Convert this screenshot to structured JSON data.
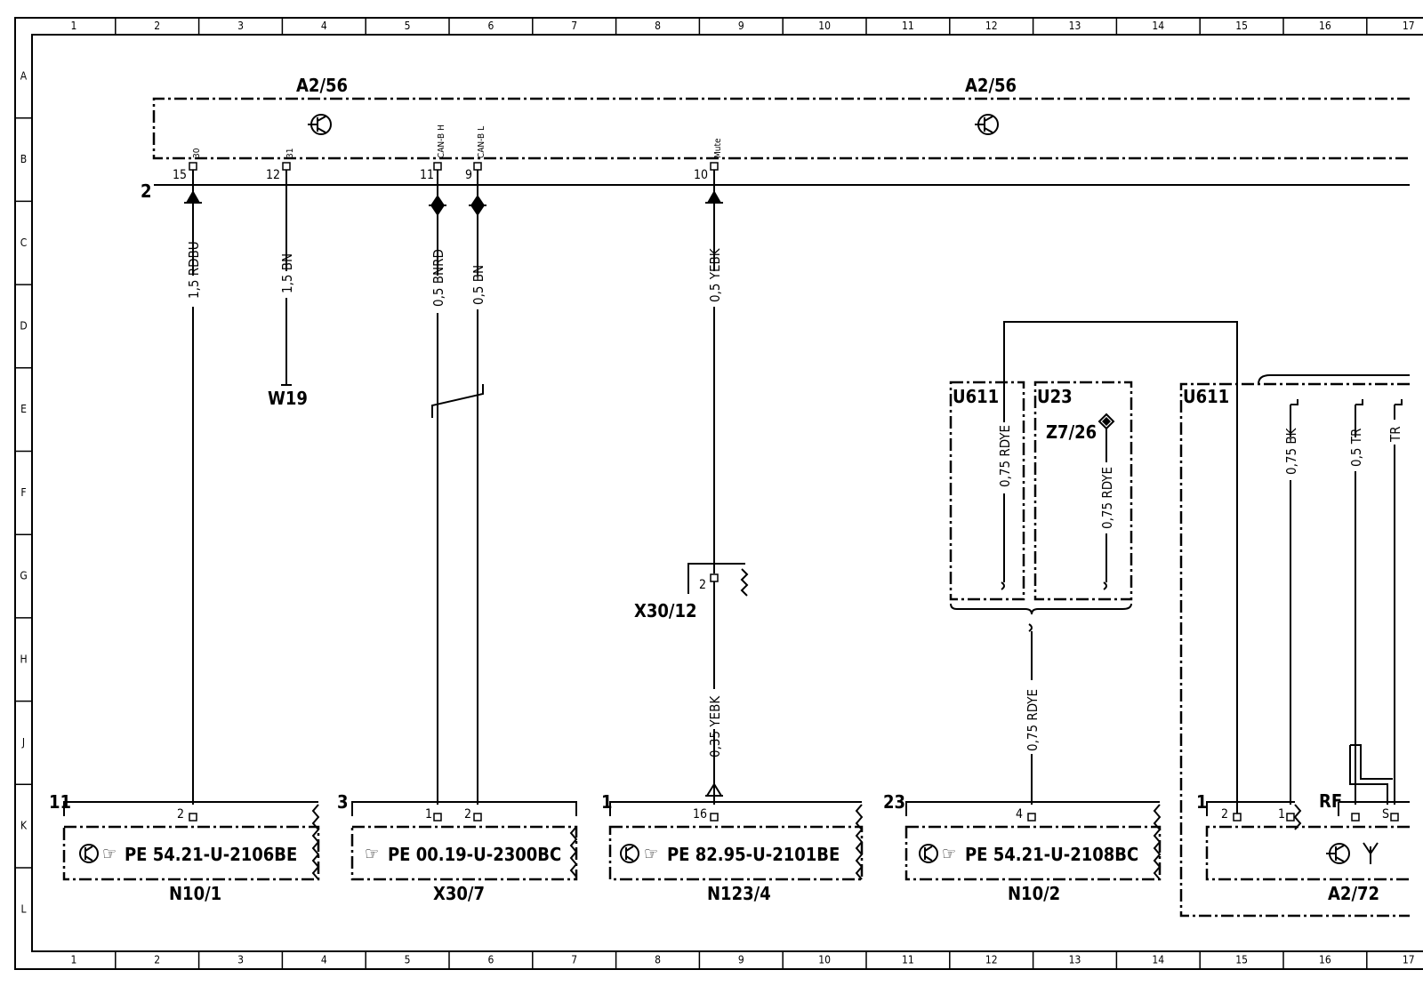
{
  "grid": {
    "columns": [
      "1",
      "2",
      "3",
      "4",
      "5",
      "6",
      "7",
      "8",
      "9",
      "10",
      "11",
      "12",
      "13",
      "14",
      "15",
      "16",
      "17"
    ],
    "rows": [
      "A",
      "B",
      "C",
      "D",
      "E",
      "F",
      "G",
      "H",
      "J",
      "K",
      "L"
    ]
  },
  "components": {
    "a256_left": "A2/56",
    "a256_right": "A2/56",
    "a256_line_num": "2",
    "w19": "W19",
    "x3012": "X30/12",
    "x3012_pin": "2",
    "u611_left": "U611",
    "u23": "U23",
    "z726": "Z7/26",
    "u611_right": "U611",
    "rf": "RF",
    "s": "S"
  },
  "pins": [
    {
      "pin": "15",
      "signal": "30"
    },
    {
      "pin": "12",
      "signal": "31"
    },
    {
      "pin": "11",
      "signal": "CAN-B H"
    },
    {
      "pin": "9",
      "signal": "CAN-B L"
    },
    {
      "pin": "10",
      "signal": "Mute"
    }
  ],
  "wires": {
    "w15": "1,5 RDBU",
    "w12": "1,5 BN",
    "w11": "0,5 BNRD",
    "w9": "0,5 BN",
    "w10": "0,5 YEBK",
    "w10b": "0,35 YEBK",
    "wu611": "0,75 RDYE",
    "wu23": "0,75 RDYE",
    "wmerge": "0,75 RDYE",
    "wbk": "0,75 BK",
    "wtr1": "0,5 TR",
    "wtr2": "TR"
  },
  "bottom_components": [
    {
      "name": "N10/1",
      "ref": "PE 54.21-U-2106BE",
      "conn": "11",
      "pins": [
        "2"
      ]
    },
    {
      "name": "X30/7",
      "ref": "PE 00.19-U-2300BC",
      "conn": "3",
      "pins": [
        "1",
        "2"
      ]
    },
    {
      "name": "N123/4",
      "ref": "PE 82.95-U-2101BE",
      "conn": "1",
      "pins": [
        "16"
      ]
    },
    {
      "name": "N10/2",
      "ref": "PE 54.21-U-2108BC",
      "conn": "23",
      "pins": [
        "4"
      ]
    },
    {
      "name": "A2/72",
      "ref": "",
      "conn": "1",
      "pins": [
        "2",
        "1"
      ]
    }
  ]
}
